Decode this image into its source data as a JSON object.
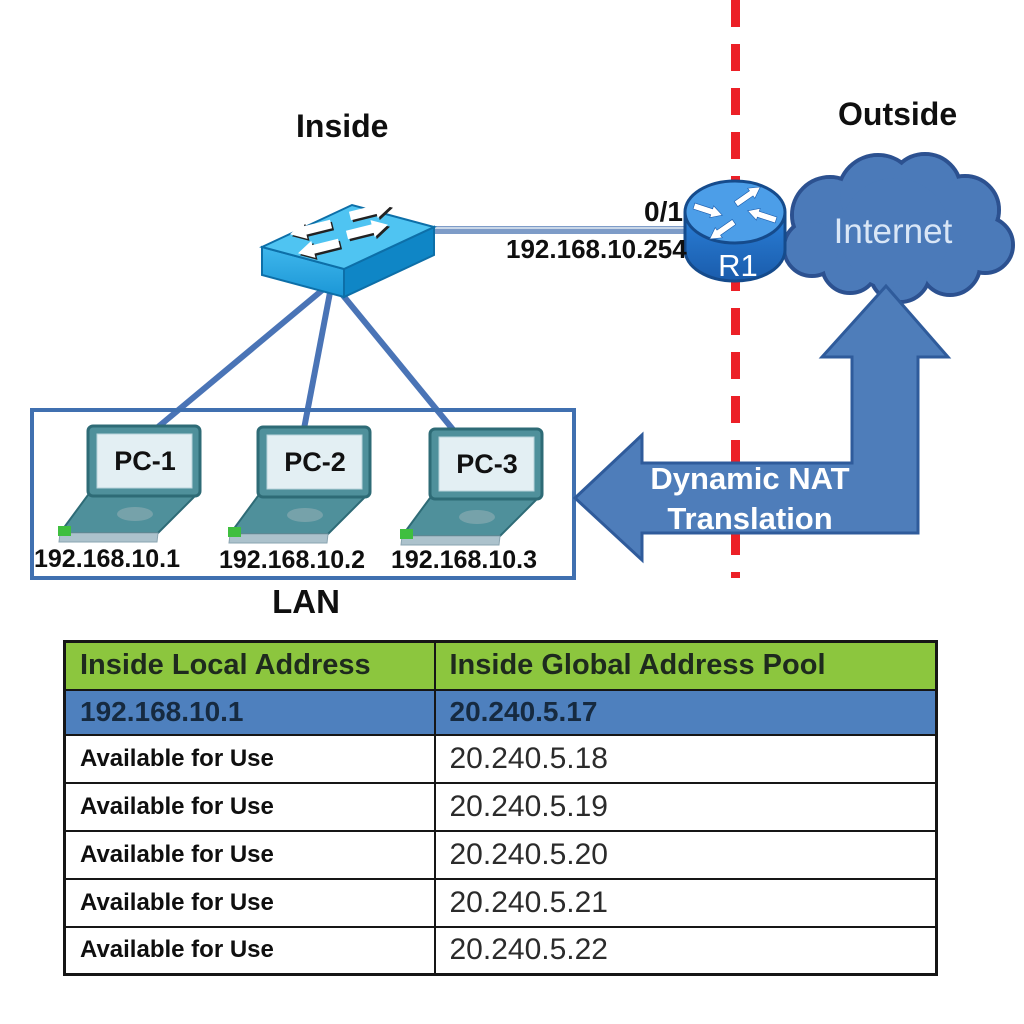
{
  "colors": {
    "boundary_red": "#EC2027",
    "cloud_blue": "#4B7AB9",
    "cloud_border": "#2C5190",
    "nat_arrow_blue": "#4E7DBA",
    "nat_arrow_border": "#2F5B9B",
    "switch_cyan": "#2AA7E0",
    "router_blue": "#2574CB",
    "link_line_blue": "#4A74B6",
    "lan_box_border": "#4070B0",
    "table_header_green": "#8CC63E",
    "table_highlight_blue": "#4E80BE"
  },
  "diagram": {
    "inside_label": "Inside",
    "outside_label": "Outside",
    "router": {
      "name": "R1",
      "interface_label": "0/1",
      "interface_ip": "192.168.10.254"
    },
    "cloud_label": "Internet",
    "nat_arrow": {
      "line1": "Dynamic NAT",
      "line2": "Translation"
    },
    "lan": {
      "label": "LAN",
      "pcs": [
        {
          "name": "PC-1",
          "ip": "192.168.10.1"
        },
        {
          "name": "PC-2",
          "ip": "192.168.10.2"
        },
        {
          "name": "PC-3",
          "ip": "192.168.10.3"
        }
      ]
    }
  },
  "table": {
    "headers": [
      "Inside Local Address",
      "Inside Global Address Pool"
    ],
    "rows": [
      {
        "local": "192.168.10.1",
        "global": "20.240.5.17",
        "highlight": true
      },
      {
        "local": "Available for Use",
        "global": "20.240.5.18",
        "highlight": false
      },
      {
        "local": "Available for Use",
        "global": "20.240.5.19",
        "highlight": false
      },
      {
        "local": "Available for Use",
        "global": "20.240.5.20",
        "highlight": false
      },
      {
        "local": "Available for Use",
        "global": "20.240.5.21",
        "highlight": false
      },
      {
        "local": "Available for Use",
        "global": "20.240.5.22",
        "highlight": false
      }
    ]
  }
}
